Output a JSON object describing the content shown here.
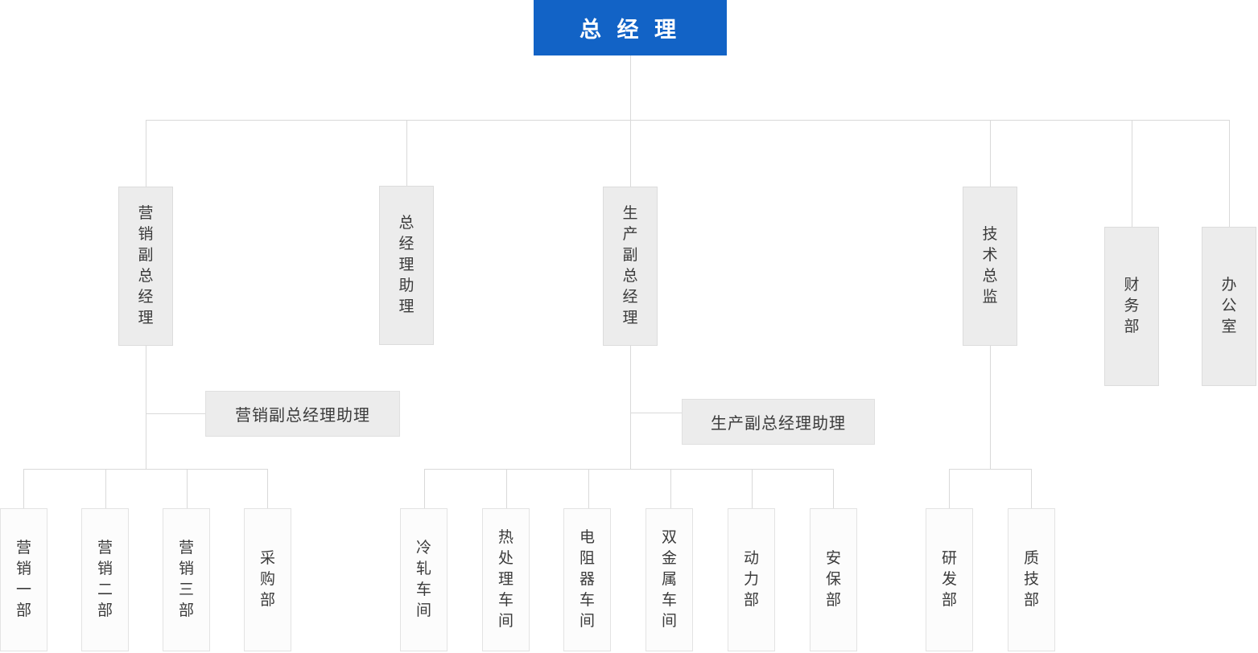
{
  "org_chart": {
    "root": {
      "label": "总 经 理"
    },
    "level2": [
      {
        "label": "营销副总经理"
      },
      {
        "label": "总经理助理"
      },
      {
        "label": "生产副总经理"
      },
      {
        "label": "技术总监"
      },
      {
        "label": "财务部"
      },
      {
        "label": "办公室"
      }
    ],
    "assistants": [
      {
        "label": "营销副总经理助理"
      },
      {
        "label": "生产副总经理助理"
      }
    ],
    "departments": {
      "marketing": [
        "营销一部",
        "营销二部",
        "营销三部",
        "采购部"
      ],
      "production": [
        "冷轧车间",
        "热处理车间",
        "电阻器车间",
        "双金属车间",
        "动力部",
        "安保部"
      ],
      "technology": [
        "研发部",
        "质技部"
      ]
    },
    "colors": {
      "root_bg": "#1263c6",
      "root_text": "#ffffff",
      "node_bg": "#ececec",
      "node_border": "#dcdcdc",
      "leaf_bg": "#fcfcfc",
      "leaf_border": "#e3e3e3",
      "line": "#d9d9d9",
      "text": "#3b3b3b"
    }
  }
}
